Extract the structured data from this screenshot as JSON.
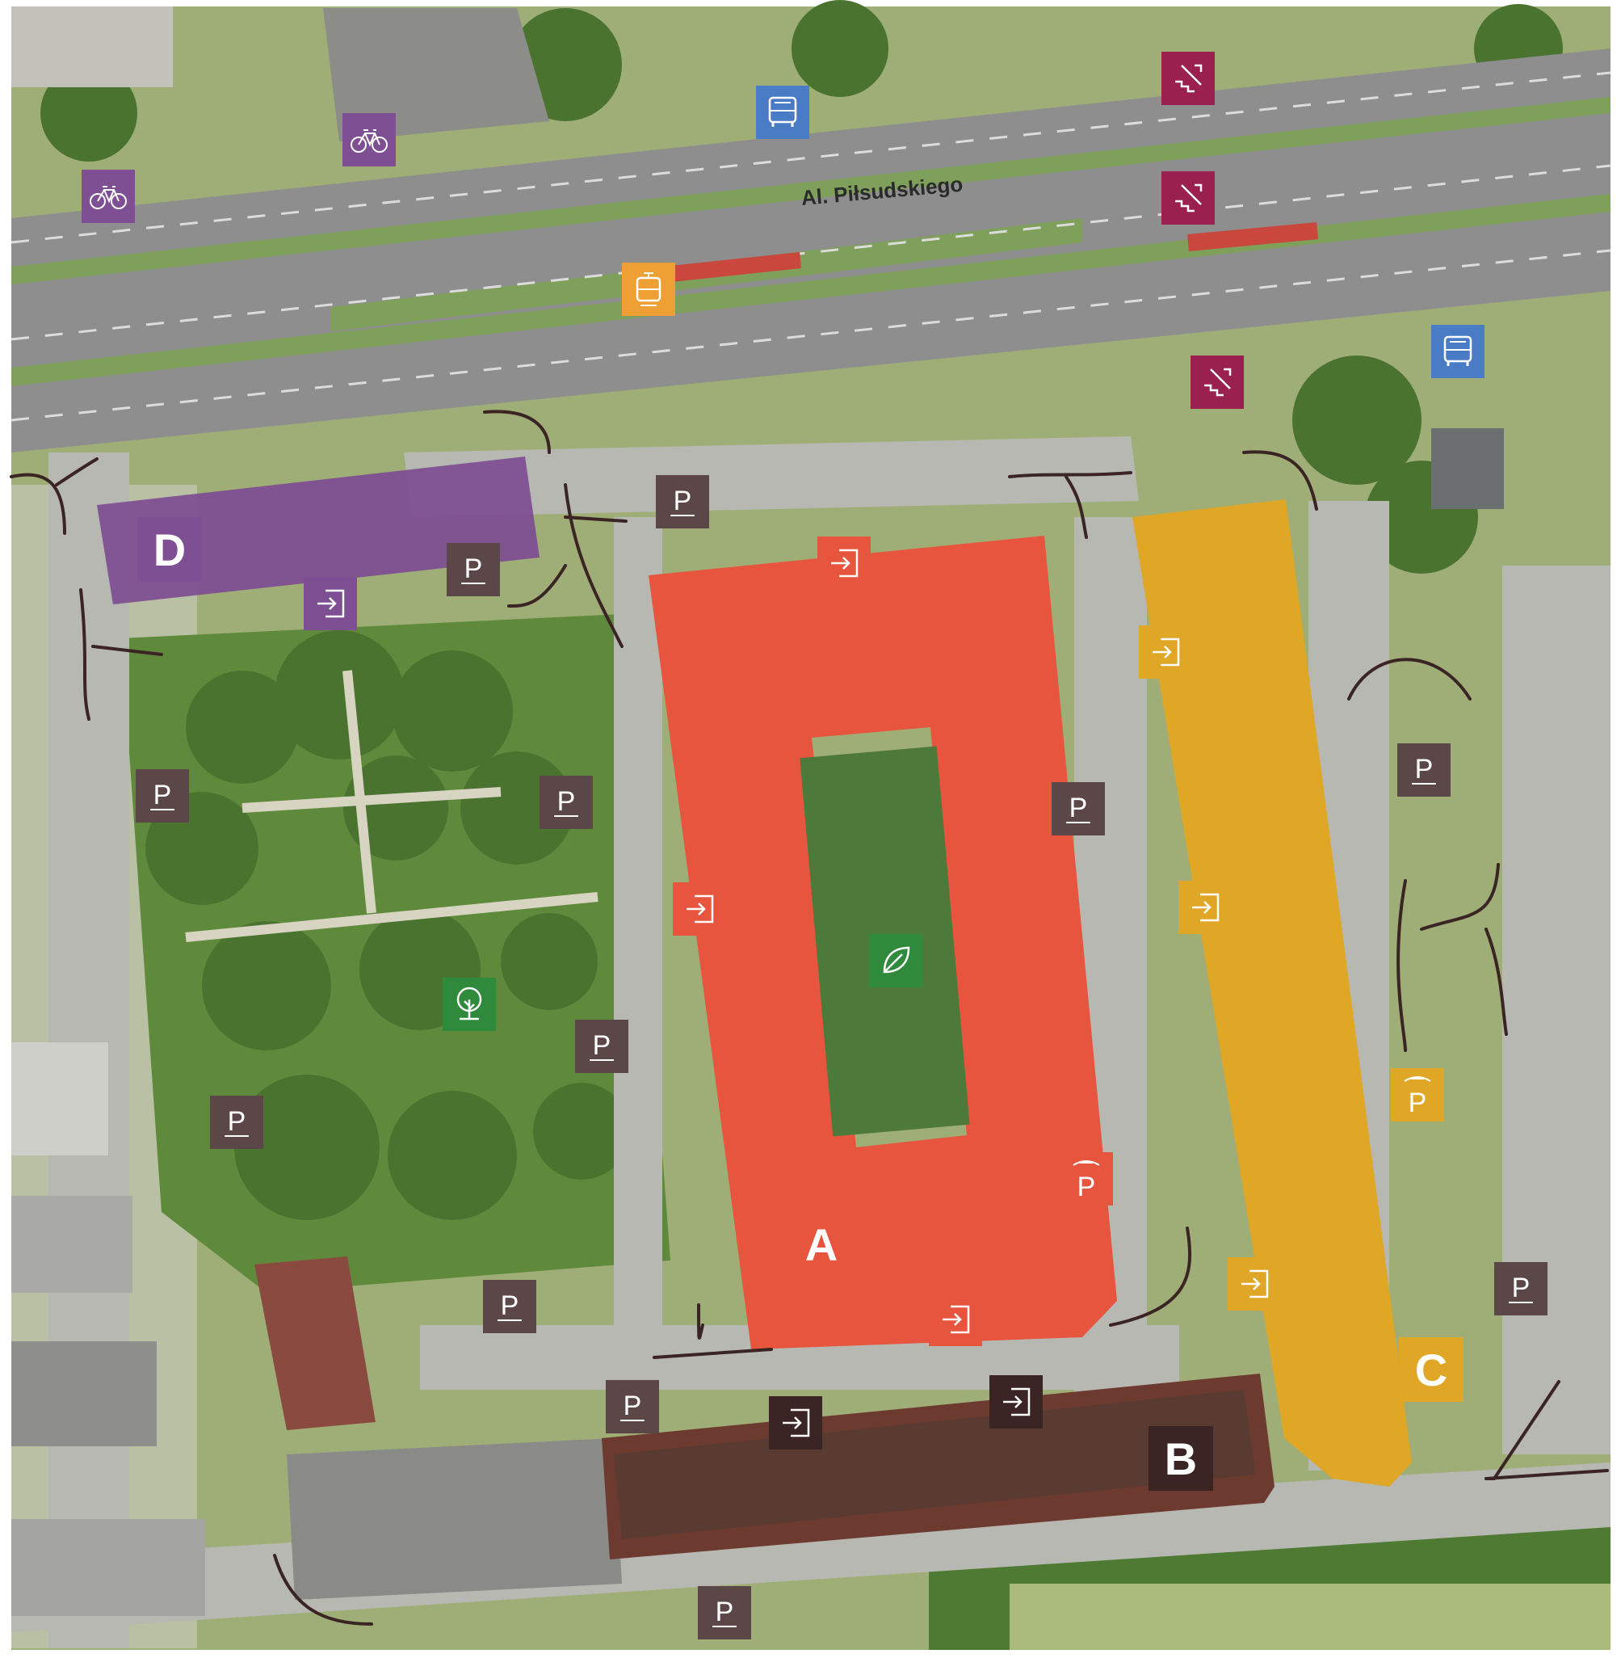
{
  "map": {
    "street_name": "Al. Piłsudskiego",
    "colors": {
      "building_A": "#e8553f",
      "building_B": "#3a2424",
      "building_C": "#e0a626",
      "building_D": "#7e4f92",
      "parking": "#5b4747",
      "bike": "#7e4f92",
      "bus": "#4a7cc5",
      "tram": "#eea035",
      "stairs": "#9a2050",
      "park": "#2f8a3b"
    },
    "buildings": [
      {
        "label": "A",
        "color": "#e8553f"
      },
      {
        "label": "B",
        "color": "#3a2424"
      },
      {
        "label": "C",
        "color": "#e0a626"
      },
      {
        "label": "D",
        "color": "#7e4f92"
      }
    ],
    "markers": {
      "parking_symbol": "P",
      "icons": [
        "parking-icon",
        "covered-parking-icon",
        "entrance-icon",
        "bike-icon",
        "bus-icon",
        "tram-icon",
        "stairs-icon",
        "tree-icon",
        "leaf-icon"
      ]
    }
  }
}
